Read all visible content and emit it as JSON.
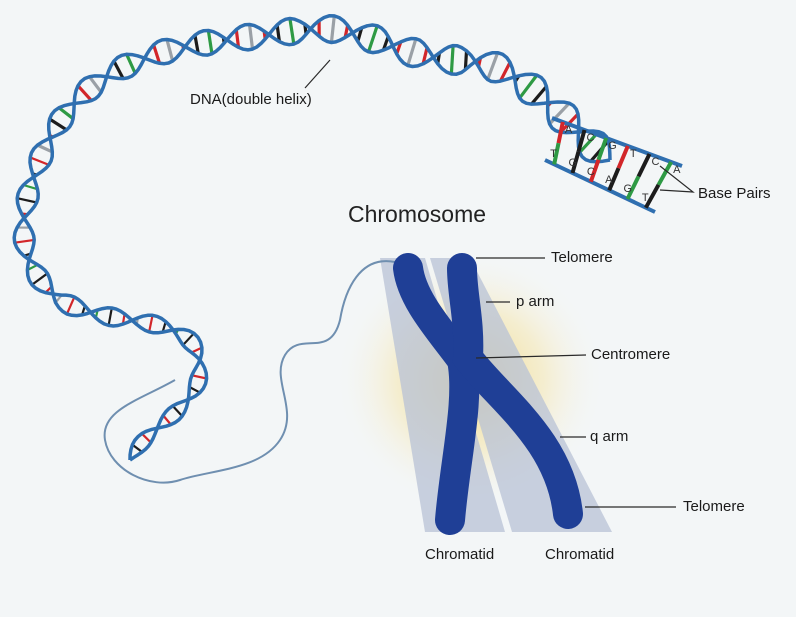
{
  "title": "Chromosome",
  "labels": {
    "dna": "DNA(double helix)",
    "base_pairs": "Base Pairs",
    "telomere_top": "Telomere",
    "p_arm": "p arm",
    "centromere": "Centromere",
    "q_arm": "q arm",
    "telomere_bottom": "Telomere",
    "chromatid_left": "Chromatid",
    "chromatid_right": "Chromatid"
  },
  "base_letters": [
    "A",
    "C",
    "G",
    "T",
    "C",
    "A",
    "T",
    "G",
    "C",
    "A",
    "G",
    "T"
  ],
  "colors": {
    "dna_backbone": "#2f6fb0",
    "chromosome": "#1f3f96",
    "chromatid_band": "#b8c2d6",
    "glow": "#f2d36b",
    "rung_red": "#d2262a",
    "rung_green": "#2e9a44",
    "rung_black": "#1c1c1c",
    "rung_gray": "#9aa0a6"
  }
}
